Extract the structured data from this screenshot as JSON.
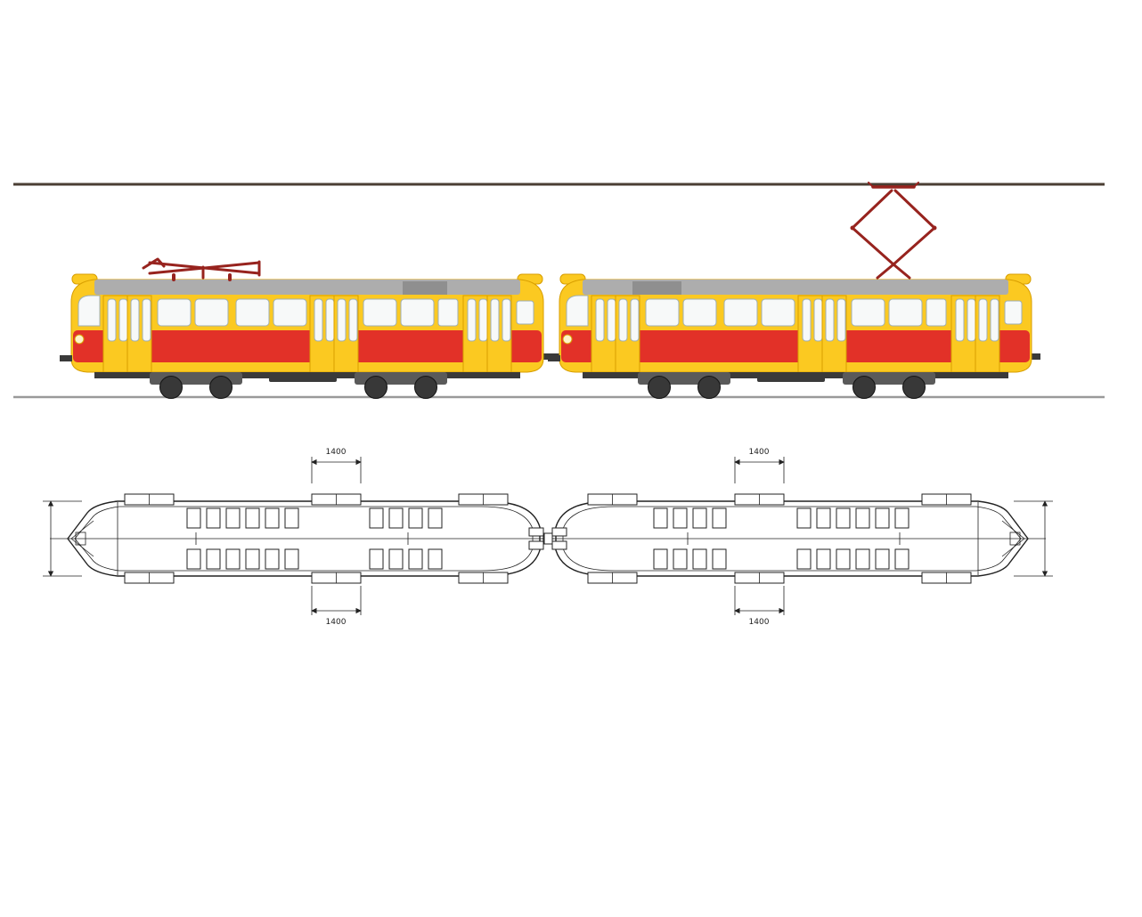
{
  "page": {
    "background": "#FFFFFF"
  },
  "colors": {
    "body_yellow": "#FBC921",
    "body_trim": "#D89E00",
    "band_red": "#E23128",
    "roof_gray": "#ADADAD",
    "dest_gray": "#8F8F8F",
    "window_white": "#F7F9F9",
    "window_frame": "#9FB0B5",
    "underframe_dark": "#3A3A3A",
    "bogie_gray": "#5A5A5A",
    "wheel_dark": "#383838",
    "headlight": "#FFF3C9",
    "pantograph_red": "#97231E",
    "wire_brown": "#4A3E33",
    "ground_gray": "#9A9A9A",
    "plan_line": "#222222"
  },
  "side_view": {
    "left_car": {
      "pantograph": "lowered"
    },
    "right_car": {
      "pantograph": "raised"
    }
  },
  "floor_plans": {
    "left": {
      "door_width_top": "1400",
      "door_width_bottom": "1400"
    },
    "right": {
      "door_width_top": "1400",
      "door_width_bottom": "1400"
    }
  }
}
